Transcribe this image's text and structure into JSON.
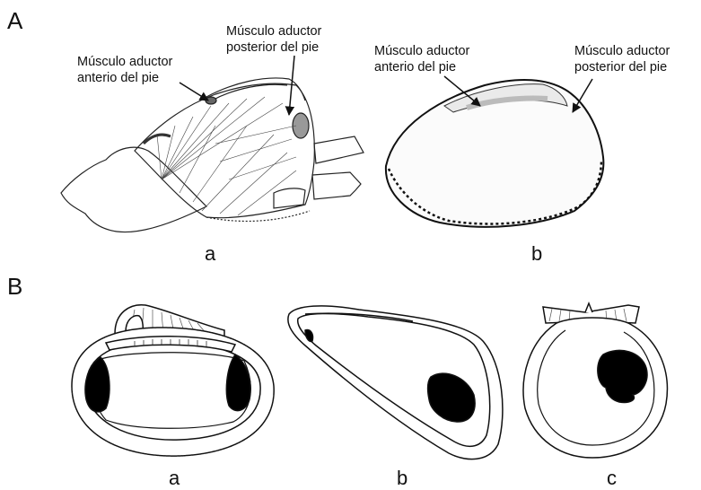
{
  "panels": {
    "A": {
      "letter": "A",
      "a": {
        "sublabel": "a",
        "anterior_label_1": "Músculo aductor",
        "anterior_label_2": "anterio del pie",
        "posterior_label_1": "Músculo aductor",
        "posterior_label_2": "posterior del pie"
      },
      "b": {
        "sublabel": "b",
        "anterior_label_1": "Músculo aductor",
        "anterior_label_2": "anterio del pie",
        "posterior_label_1": "Músculo aductor",
        "posterior_label_2": "posterior del pie"
      }
    },
    "B": {
      "letter": "B",
      "a": {
        "sublabel": "a"
      },
      "b": {
        "sublabel": "b"
      },
      "c": {
        "sublabel": "c"
      }
    }
  },
  "colors": {
    "ink": "#111111",
    "shell_fill": "#ffffff",
    "scar_fill": "#000000"
  }
}
